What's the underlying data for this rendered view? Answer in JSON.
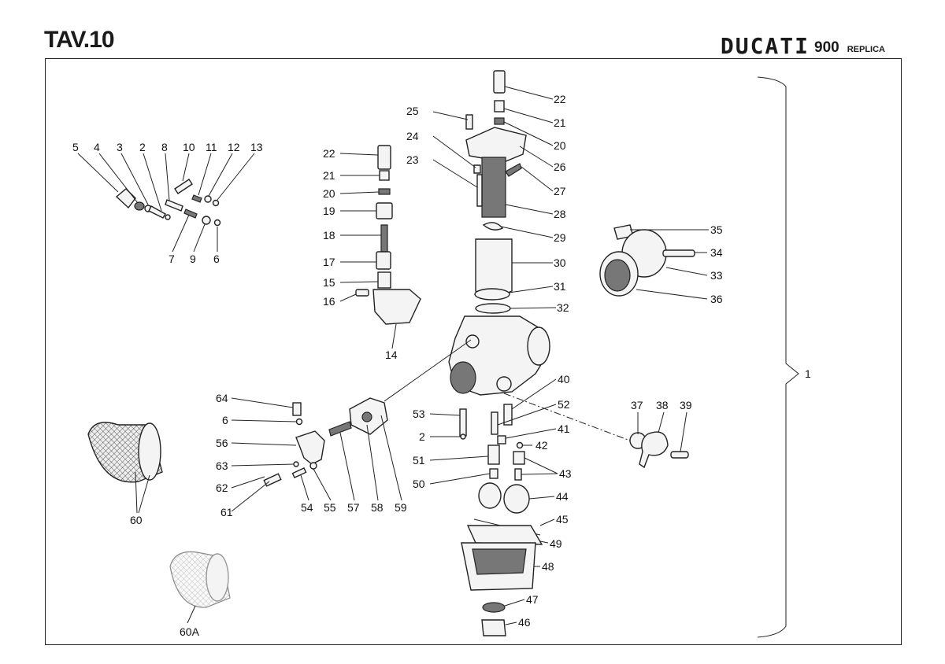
{
  "header": {
    "plate": "TAV.10",
    "brand_logo": "DUCATI",
    "brand_model": "900",
    "brand_sub": "REPLICA"
  },
  "assembly_label": "1",
  "labels": [
    {
      "id": "5",
      "text": "5"
    },
    {
      "id": "4",
      "text": "4"
    },
    {
      "id": "3",
      "text": "3"
    },
    {
      "id": "2a",
      "text": "2"
    },
    {
      "id": "8",
      "text": "8"
    },
    {
      "id": "10",
      "text": "10"
    },
    {
      "id": "11",
      "text": "11"
    },
    {
      "id": "12",
      "text": "12"
    },
    {
      "id": "13",
      "text": "13"
    },
    {
      "id": "7",
      "text": "7"
    },
    {
      "id": "9",
      "text": "9"
    },
    {
      "id": "6a",
      "text": "6"
    },
    {
      "id": "22a",
      "text": "22"
    },
    {
      "id": "21a",
      "text": "21"
    },
    {
      "id": "20a",
      "text": "20"
    },
    {
      "id": "19",
      "text": "19"
    },
    {
      "id": "18",
      "text": "18"
    },
    {
      "id": "17",
      "text": "17"
    },
    {
      "id": "15",
      "text": "15"
    },
    {
      "id": "16",
      "text": "16"
    },
    {
      "id": "14",
      "text": "14"
    },
    {
      "id": "25",
      "text": "25"
    },
    {
      "id": "24",
      "text": "24"
    },
    {
      "id": "23",
      "text": "23"
    },
    {
      "id": "22b",
      "text": "22"
    },
    {
      "id": "21b",
      "text": "21"
    },
    {
      "id": "20b",
      "text": "20"
    },
    {
      "id": "26",
      "text": "26"
    },
    {
      "id": "27",
      "text": "27"
    },
    {
      "id": "28",
      "text": "28"
    },
    {
      "id": "29",
      "text": "29"
    },
    {
      "id": "30",
      "text": "30"
    },
    {
      "id": "31",
      "text": "31"
    },
    {
      "id": "32",
      "text": "32"
    },
    {
      "id": "35",
      "text": "35"
    },
    {
      "id": "34",
      "text": "34"
    },
    {
      "id": "33",
      "text": "33"
    },
    {
      "id": "36",
      "text": "36"
    },
    {
      "id": "40",
      "text": "40"
    },
    {
      "id": "52",
      "text": "52"
    },
    {
      "id": "41",
      "text": "41"
    },
    {
      "id": "42",
      "text": "42"
    },
    {
      "id": "43",
      "text": "43"
    },
    {
      "id": "53",
      "text": "53"
    },
    {
      "id": "2b",
      "text": "2"
    },
    {
      "id": "51",
      "text": "51"
    },
    {
      "id": "50",
      "text": "50"
    },
    {
      "id": "44",
      "text": "44"
    },
    {
      "id": "45",
      "text": "45"
    },
    {
      "id": "49",
      "text": "49"
    },
    {
      "id": "48",
      "text": "48"
    },
    {
      "id": "47",
      "text": "47"
    },
    {
      "id": "46",
      "text": "46"
    },
    {
      "id": "37",
      "text": "37"
    },
    {
      "id": "38",
      "text": "38"
    },
    {
      "id": "39",
      "text": "39"
    },
    {
      "id": "64",
      "text": "64"
    },
    {
      "id": "6b",
      "text": "6"
    },
    {
      "id": "56",
      "text": "56"
    },
    {
      "id": "63",
      "text": "63"
    },
    {
      "id": "62",
      "text": "62"
    },
    {
      "id": "61",
      "text": "61"
    },
    {
      "id": "54",
      "text": "54"
    },
    {
      "id": "55",
      "text": "55"
    },
    {
      "id": "57",
      "text": "57"
    },
    {
      "id": "58",
      "text": "58"
    },
    {
      "id": "59",
      "text": "59"
    },
    {
      "id": "60",
      "text": "60"
    },
    {
      "id": "60a",
      "text": "60A"
    }
  ]
}
